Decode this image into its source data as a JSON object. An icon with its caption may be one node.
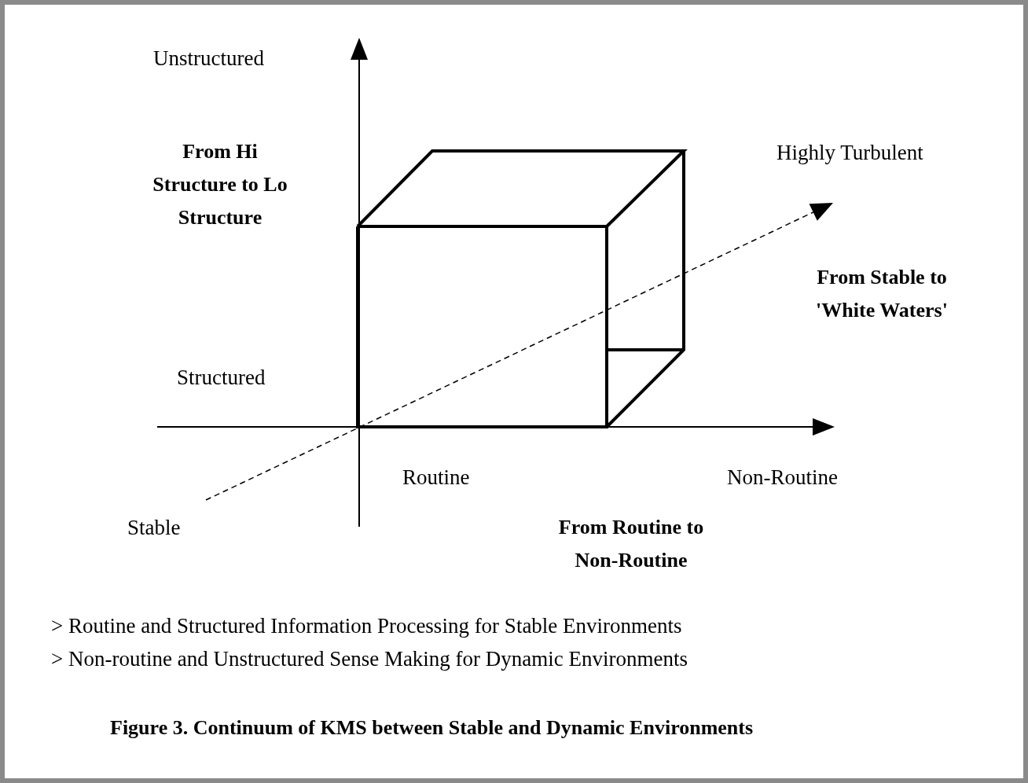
{
  "diagram": {
    "caption": "Figure 3. Continuum of KMS between Stable and Dynamic Environments",
    "labels": [
      "Unstructured",
      "From Hi Structure to Lo Structure",
      "Highly Turbulent",
      "From Stable to 'White Waters'",
      "Structured",
      "Routine",
      "Non-Routine",
      "Stable",
      "From Routine to Non-Routine",
      "> Routine and Structured Information Processing for Stable Environments",
      "> Non-routine and Unstructured Sense Making for Dynamic Environments"
    ]
  }
}
